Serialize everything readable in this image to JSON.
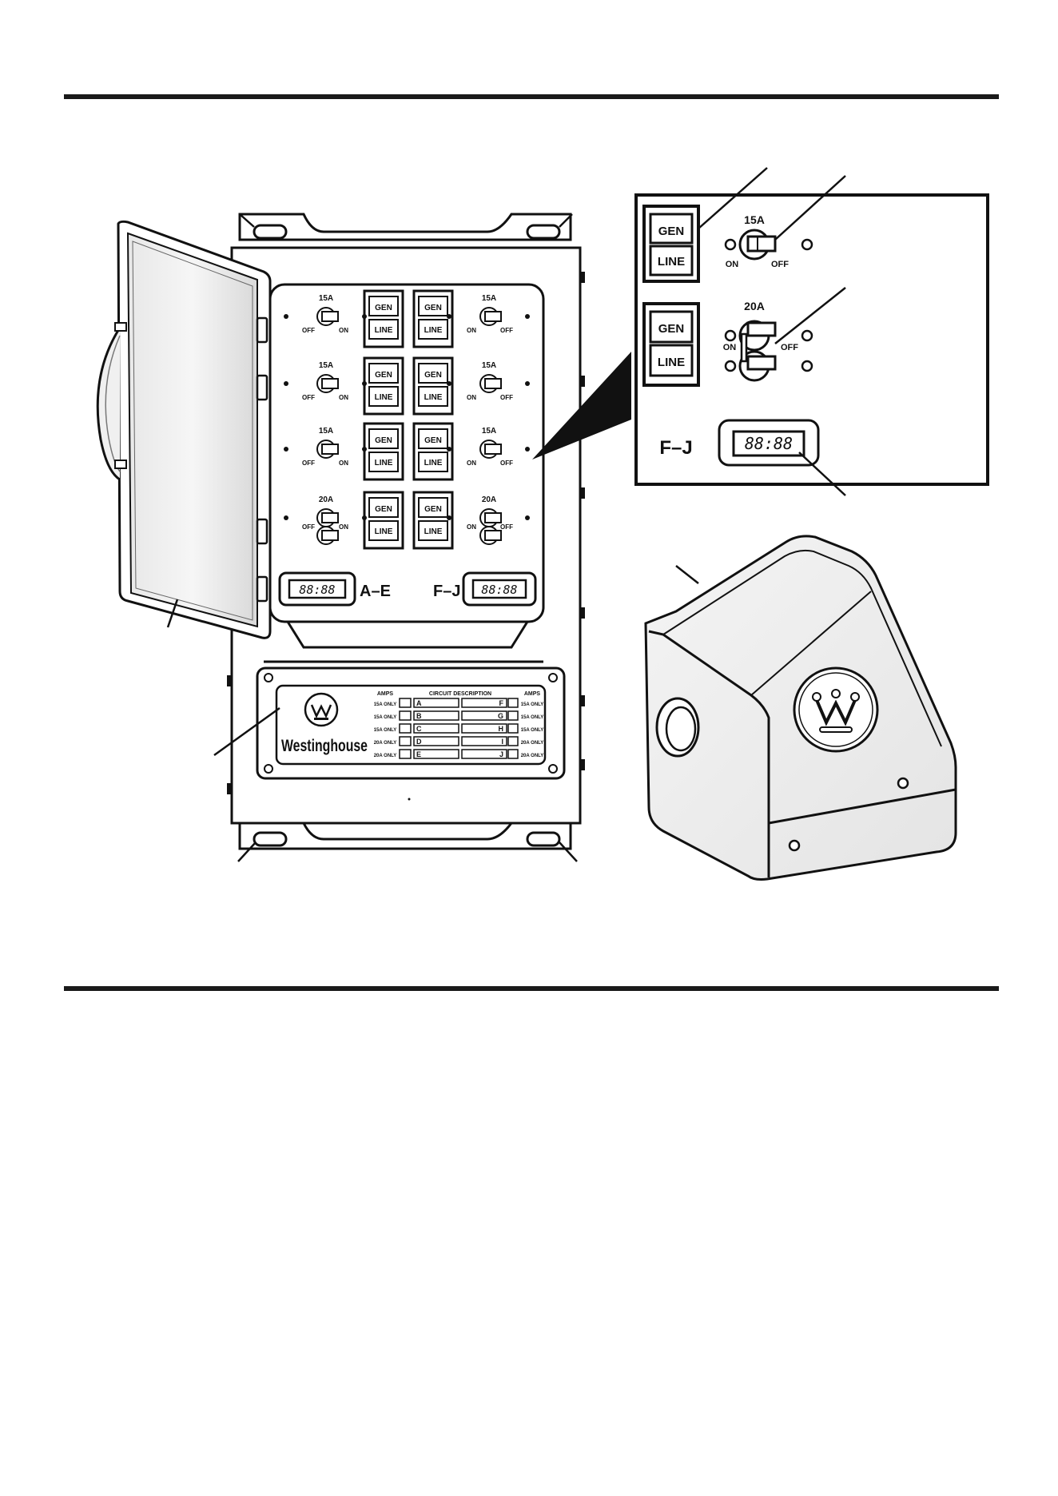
{
  "breaker_panel": {
    "rows": [
      {
        "left_amp": "15A",
        "left_on": "ON",
        "left_off": "OFF",
        "right_amp": "15A",
        "right_on": "ON",
        "right_off": "OFF",
        "gen": "GEN",
        "line": "LINE"
      },
      {
        "left_amp": "15A",
        "left_on": "ON",
        "left_off": "OFF",
        "right_amp": "15A",
        "right_on": "ON",
        "right_off": "OFF",
        "gen": "GEN",
        "line": "LINE"
      },
      {
        "left_amp": "15A",
        "left_on": "ON",
        "left_off": "OFF",
        "right_amp": "15A",
        "right_on": "ON",
        "right_off": "OFF",
        "gen": "GEN",
        "line": "LINE"
      },
      {
        "left_amp": "20A",
        "left_on": "ON",
        "left_off": "OFF",
        "right_amp": "20A",
        "right_on": "ON",
        "right_off": "OFF",
        "gen": "GEN",
        "line": "LINE"
      }
    ],
    "meter_left_digits": "88:88",
    "meter_left_label": "A–E",
    "meter_right_label": "F–J",
    "meter_right_digits": "88:88"
  },
  "label_plate": {
    "brand": "Westinghouse",
    "amps_left_header": "AMPS",
    "circuit_header": "CIRCUIT DESCRIPTION",
    "amps_right_header": "AMPS",
    "rows": [
      {
        "left_amps": "15A ONLY",
        "left_letter": "A",
        "right_letter": "F",
        "right_amps": "15A ONLY"
      },
      {
        "left_amps": "15A ONLY",
        "left_letter": "B",
        "right_letter": "G",
        "right_amps": "15A ONLY"
      },
      {
        "left_amps": "15A ONLY",
        "left_letter": "C",
        "right_letter": "H",
        "right_amps": "15A ONLY"
      },
      {
        "left_amps": "20A ONLY",
        "left_letter": "D",
        "right_letter": "I",
        "right_amps": "20A ONLY"
      },
      {
        "left_amps": "20A ONLY",
        "left_letter": "E",
        "right_letter": "J",
        "right_amps": "20A ONLY"
      }
    ]
  },
  "detail_inset": {
    "gen": "GEN",
    "line": "LINE",
    "amp_15": "15A",
    "on": "ON",
    "off": "OFF",
    "amp_20": "20A",
    "meter_label": "F–J",
    "meter_digits": "88:88"
  }
}
